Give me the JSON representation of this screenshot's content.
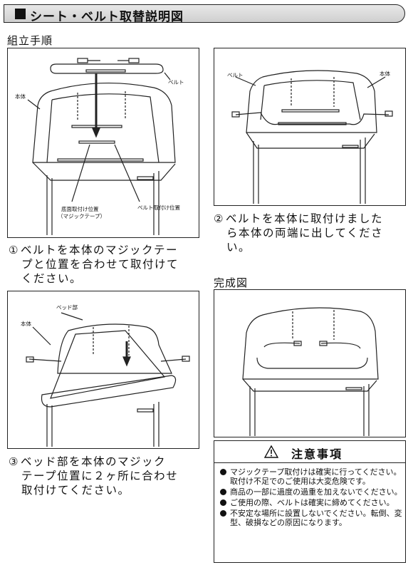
{
  "header": {
    "title": "シート・ベルト取替説明図"
  },
  "sections": {
    "assembly": "組立手順",
    "completed": "完成図"
  },
  "panel1": {
    "labels": {
      "belt": "ベルト",
      "body": "本体",
      "bottom_position_line1": "底面取付け位置",
      "bottom_position_line2": "（マジックテープ）",
      "belt_position": "ベルト取付け位置"
    }
  },
  "panel2": {
    "labels": {
      "belt": "ベルト",
      "body": "本体"
    }
  },
  "panel3": {
    "labels": {
      "bed": "ベッド部",
      "body": "本体"
    }
  },
  "steps": {
    "step1": {
      "num": "①",
      "lines": [
        "ベルトを本体のマジックテー",
        "プと位置を合わせて取付けて",
        "ください。"
      ]
    },
    "step2": {
      "num": "②",
      "lines": [
        "ベルトを本体に取付けました",
        "ら本体の両端に出してくださ",
        "い。"
      ]
    },
    "step3": {
      "num": "③",
      "lines": [
        "ベッド部を本体のマジック",
        "テープ位置に２ヶ所に合わせ",
        "取付けてください。"
      ]
    }
  },
  "caution": {
    "title": "注意事項",
    "icon": "warning-triangle-icon",
    "items": [
      "マジックテープ取付けは確実に行ってください。取付け不足でのご使用は大変危険です。",
      "商品の一部に過度の過重を加えないでください。",
      "ご使用の際、ベルトは確実に締めてください。",
      "不安定な場所に設置しないでください。転倒、変型、破損などの原因になります。"
    ]
  }
}
